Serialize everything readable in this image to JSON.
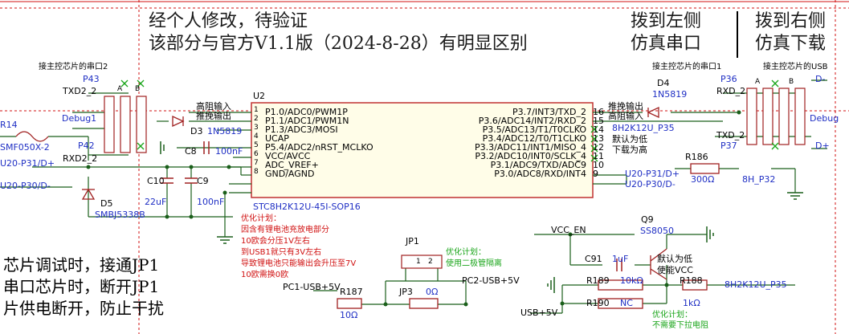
{
  "header": {
    "line1": "经个人修改，待验证",
    "line2": "该部分与官方V1.1版（2024-8-28）有明显区别",
    "switch_left_line1": "拨到左侧",
    "switch_left_line2": "仿真串口",
    "switch_right_line1": "拨到右侧",
    "switch_right_line2": "仿真下载"
  },
  "notes_left": {
    "line1": "芯片调试时，接通JP1",
    "line2": "串口芯片时，断开JP1",
    "line3": "片供电断开，防止干扰"
  },
  "opt_plan_red": {
    "title": "优化计划：",
    "l1": "因含有锂电池充放电部分",
    "l2": "10欧会分压1V左右",
    "l3": "到USB1就只有3V左右",
    "l4": "导致锂电池只能输出会升压至7V",
    "l5": "10欧需换0欧"
  },
  "opt_plan_jp": {
    "title": "优化计划：",
    "l1": "使用二极管隔离"
  },
  "opt_plan_pulldown": {
    "title": "优化计划：",
    "l1": "不需要下拉电阻"
  },
  "ic": {
    "ref": "U2",
    "part": "STC8H2K12U-45I-SOP16",
    "left_pins": [
      {
        "num": "1",
        "name": "P1.0/ADC0/PWM1P"
      },
      {
        "num": "2",
        "name": "P1.1/ADC1/PWM1N"
      },
      {
        "num": "3",
        "name": "P1.3/ADC3/MOSI"
      },
      {
        "num": "4",
        "name": "UCAP"
      },
      {
        "num": "5",
        "name": "P5.4/ADC2/nRST_MCLKO"
      },
      {
        "num": "6",
        "name": "VCC/AVCC"
      },
      {
        "num": "7",
        "name": "ADC_VREF+"
      },
      {
        "num": "8",
        "name": "GND/AGND"
      }
    ],
    "right_pins": [
      {
        "num": "16",
        "name": "P3.7/INT3/TXD_2"
      },
      {
        "num": "15",
        "name": "P3.6/ADC14/INT2/RXD_2"
      },
      {
        "num": "14",
        "name": "P3.5/ADC13/T1/T0CLKO"
      },
      {
        "num": "13",
        "name": "P3.4/ADC12/T0/T1CLKO"
      },
      {
        "num": "12",
        "name": "P3.3/ADC11/INT1/MISO_4"
      },
      {
        "num": "11",
        "name": "P3.2/ADC10/INT0/SCLK_4"
      },
      {
        "num": "10",
        "name": "P3.1/ADC9/TXD/ADC9"
      },
      {
        "num": "9",
        "name": "P3.0/ADC8/RXD/INT4"
      }
    ]
  },
  "labels": {
    "p43": "P43",
    "p42": "P42",
    "p36": "P36",
    "p37": "P37",
    "txd2_2": "TXD2_2",
    "rxd2_2": "RXD2_2",
    "rxd_2": "RXD_2",
    "txd_2": "TXD_2",
    "debug1": "Debug1",
    "debug": "Debug",
    "conn_left": "接主控芯片的串口2",
    "conn_mid": "接主控芯片的串口1",
    "conn_right": "接主控芯片的USB",
    "dminus": "D-",
    "dplus": "D+",
    "r14": "R14",
    "smf": "SMF050X-2",
    "u20p31": "U20-P31/D+",
    "u20p30": "U20-P30/D-",
    "u20p31_r": "U20-P31/D+",
    "u20p30_r": "U20-P30/D-",
    "d3": "D3",
    "d3_part": "1N5819",
    "d4": "D4",
    "d4_part": "1N5819",
    "hi_z_in": "高阻输入",
    "pp_out": "推挽输出",
    "pp_out_r": "推挽输出",
    "hi_z_in_r": "高阻输入",
    "c8": "C8",
    "c8_val": "100nF",
    "c10": "C10",
    "c10_val": "22uF",
    "c9": "C9",
    "c9_val": "100nF",
    "d5": "D5",
    "d5_part": "SMBJ5338B",
    "net_8h2k_p35": "8H2K12U_P35",
    "default_low": "默认为低",
    "download_high": "下载为高",
    "r186": "R186",
    "r186_val": "300Ω",
    "p32": "8H_P32",
    "jp1": "JP1",
    "jp1_p1": "1",
    "jp1_p2": "2",
    "pc1": "PC1-USB+5V",
    "pc2": "PC2-USB+5V",
    "r187": "R187",
    "r187_val": "10Ω",
    "jp3": "JP3",
    "jp3_val": "0Ω",
    "vcc_en": "VCC_EN",
    "q9": "Q9",
    "q9_part": "SS8050",
    "c91": "C91",
    "c91_val": "1uF",
    "default_low2": "默认为低",
    "enable_vcc": "使能VCC",
    "r189": "R189",
    "r189_val": "10kΩ",
    "r188": "R188",
    "r188_val": "1kΩ",
    "r190": "R190",
    "r190_val": "NC",
    "usb5v": "USB+5V",
    "net_8h2k_p35_b": "8H2K12U_P35",
    "sw_a1": "A",
    "sw_b1": "B",
    "sw_a2": "A",
    "sw_b2": "B"
  }
}
